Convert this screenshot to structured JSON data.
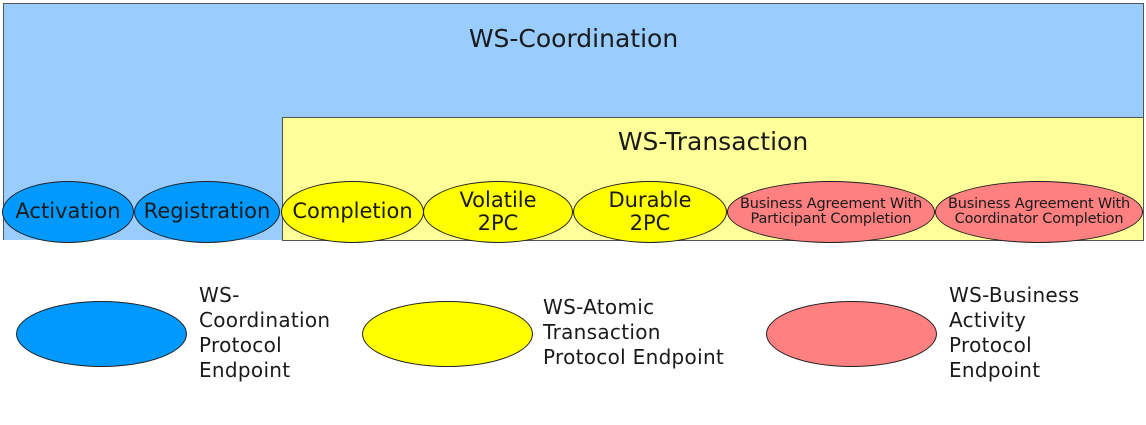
{
  "colors": {
    "coordination_bg": "#99ccff",
    "transaction_bg": "#ffff99",
    "blue": "#0099ff",
    "yellow": "#ffff00",
    "red": "#ff8080"
  },
  "diagram": {
    "coordination_title": "WS-Coordination",
    "transaction_title": "WS-Transaction",
    "protocols": [
      {
        "label": "Activation",
        "kind": "blue"
      },
      {
        "label": "Registration",
        "kind": "blue"
      },
      {
        "label": "Completion",
        "kind": "yellow"
      },
      {
        "label": "Volatile\n2PC",
        "kind": "yellow"
      },
      {
        "label": "Durable\n2PC",
        "kind": "yellow"
      },
      {
        "label": "Business Agreement With\nParticipant Completion",
        "kind": "red"
      },
      {
        "label": "Business Agreement With\nCoordinator Completion",
        "kind": "red"
      }
    ]
  },
  "legend": {
    "coordination": "WS-\nCoordination\nProtocol\nEndpoint",
    "atomic": "WS-Atomic\nTransaction\nProtocol Endpoint",
    "business": "WS-Business\nActivity\nProtocol\nEndpoint"
  }
}
